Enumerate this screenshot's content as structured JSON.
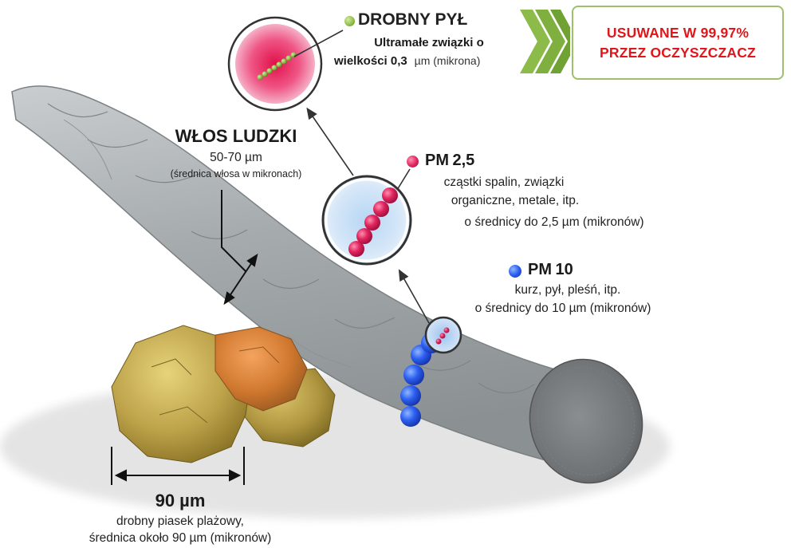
{
  "hair": {
    "title": "WŁOS LUDZKI",
    "size": "50-70 µm",
    "note": "(średnica włosa w mikronach)"
  },
  "sand": {
    "size": "90 µm",
    "line1": "drobny piasek plażowy,",
    "line2": "średnica około 90 µm (mikronów)"
  },
  "fine_dust": {
    "title": "DROBNY PYŁ",
    "line1": "Ultramałe związki o",
    "line2_bold": "wielkości 0,3",
    "line2_unit": "µm (mikrona)",
    "dot_color": "#8dbb4a"
  },
  "pm25": {
    "title_a": "PM",
    "title_b": "2,5",
    "line1": "cząstki spalin, związki",
    "line2": "organiczne, metale, itp.",
    "line3": "o średnicy do 2,5 µm (mikronów)",
    "dot_color": "#e0245e"
  },
  "pm10": {
    "title_a": "PM",
    "title_b": "10",
    "line1": "kurz, pył, pleśń, itp.",
    "line2": "o średnicy do 10 µm (mikronów)",
    "dot_color": "#2b62e8"
  },
  "purifier": {
    "line1": "USUWANE W 99,97%",
    "line2": "PRZEZ OCZYSZCZACZ",
    "text_color": "#e0161b",
    "arrow_color": "#8dbb4a"
  }
}
